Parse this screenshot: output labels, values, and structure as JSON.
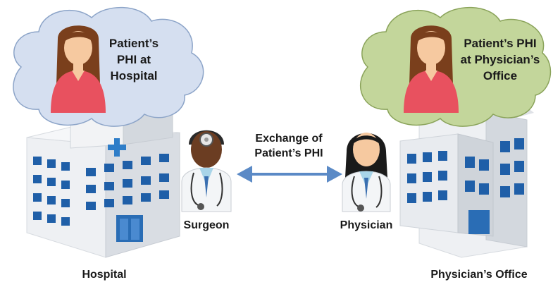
{
  "left_cloud": {
    "lines": [
      "Patient’s",
      "PHI at",
      "Hospital"
    ],
    "fill": "#d5dff0"
  },
  "right_cloud": {
    "lines": [
      "Patient’s PHI",
      "at Physician’s",
      "Office"
    ],
    "fill": "#c3d69b"
  },
  "exchange": {
    "lines": [
      "Exchange of",
      "Patient’s PHI"
    ],
    "arrow_color": "#5b8ac6"
  },
  "surgeon_label": "Surgeon",
  "physician_label": "Physician",
  "hospital_label": "Hospital",
  "office_label": "Physician’s Office",
  "colors": {
    "patient_shirt": "#e8515f",
    "hair": "#7a3f1c",
    "skin_light": "#f6c9a0",
    "skin_dark": "#6b3d22",
    "building_light": "#eef0f3",
    "building_shadow": "#c7ccd3",
    "window": "#1f5fa8",
    "cross": "#2e7dc8"
  }
}
